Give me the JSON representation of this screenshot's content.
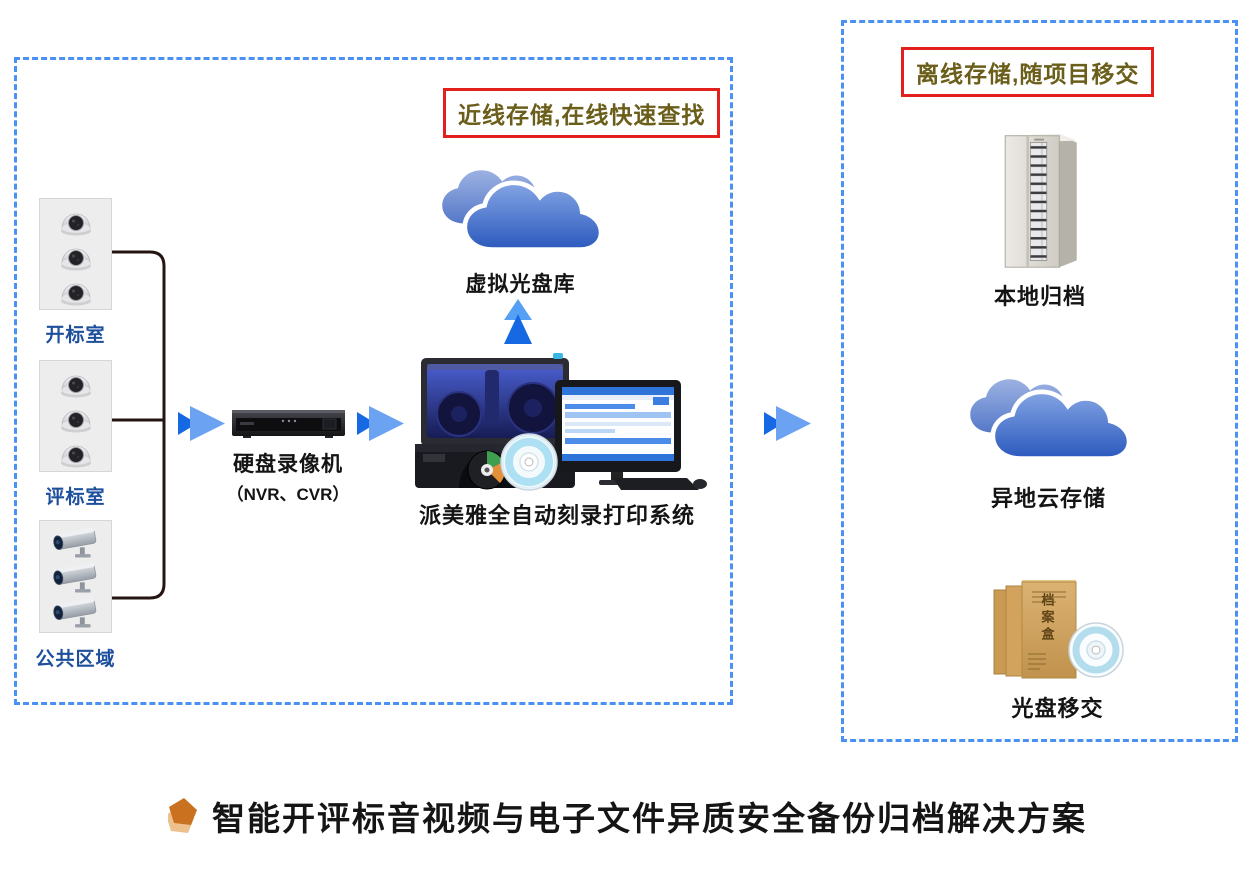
{
  "colors": {
    "dashed_box_border": "#4a90f5",
    "arrow_dark_blue": "#1668e3",
    "arrow_light_blue": "#6ba3f2",
    "tag_border_red": "#e2201e",
    "tag_text_olive": "#6a5e1a",
    "camera_label_blue": "#1e4f9c",
    "title_bullet_orange": "#c9711f"
  },
  "nearline_zone": {
    "tag": "近线存储,在线快速查找",
    "camera_groups": [
      {
        "label": "开标室"
      },
      {
        "label": "评标室"
      },
      {
        "label": "公共区域"
      }
    ],
    "recorder_label": "硬盘录像机",
    "recorder_sublabel": "（NVR、CVR）",
    "burner_label": "派美雅全自动刻录打印系统",
    "cloud_label": "虚拟光盘库"
  },
  "offline_zone": {
    "tag": "离线存储,随项目移交",
    "local_archive_label": "本地归档",
    "cloud_label": "异地云存储",
    "disc_transfer_label": "光盘移交",
    "archive_box_text": "档案盒"
  },
  "footer": {
    "title": "智能开评标音视频与电子文件异质安全备份归档解决方案"
  }
}
